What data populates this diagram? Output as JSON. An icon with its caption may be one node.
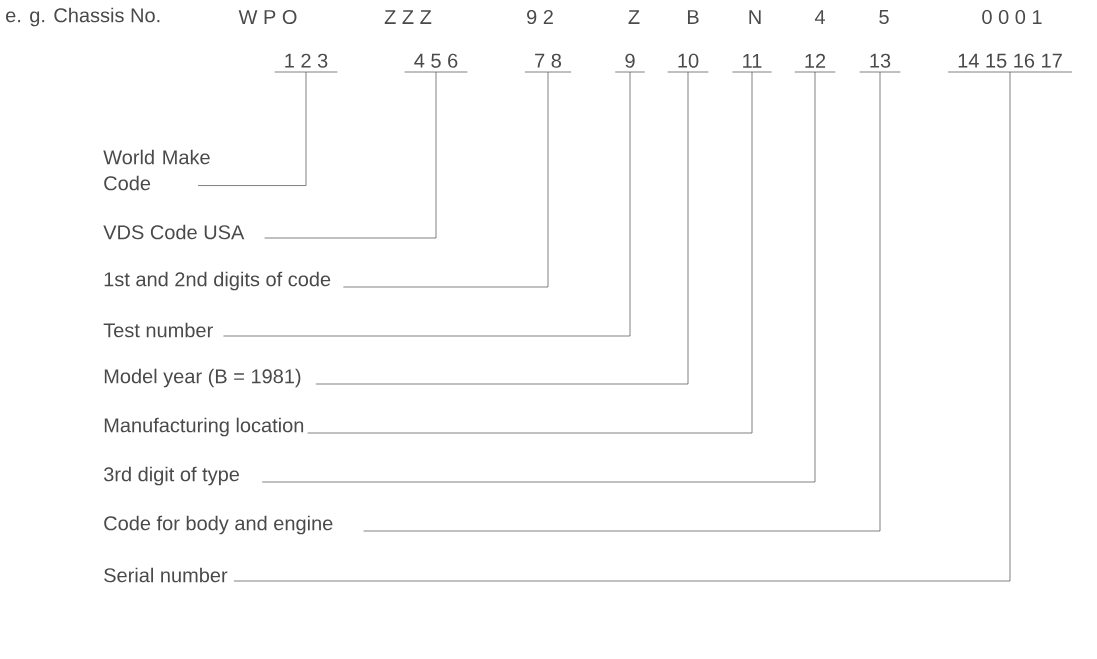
{
  "diagram": {
    "nodes": [
      {
        "text": [
          "1 2 3"
        ]
      },
      {
        "text": [
          "4 5 6"
        ]
      },
      {
        "text": [
          "7 8"
        ]
      },
      {
        "text": [
          "9"
        ]
      },
      {
        "text": [
          "10"
        ]
      },
      {
        "text": [
          "11"
        ]
      },
      {
        "text": [
          "12"
        ]
      },
      {
        "text": [
          "13"
        ]
      },
      {
        "text": [
          "14 15 16 17"
        ]
      },
      {
        "text": [
          "World Make Code"
        ]
      },
      {
        "text": [
          "VDS Code USA"
        ]
      },
      {
        "text": [
          "1st and 2nd digits of code"
        ]
      },
      {
        "text": [
          "Test number"
        ]
      },
      {
        "text": [
          "Model year (B = 1981)"
        ]
      },
      {
        "text": [
          "Manufacturing location"
        ]
      },
      {
        "text": [
          "3rd digit of type"
        ]
      },
      {
        "text": [
          "Code for body and engine"
        ]
      },
      {
        "text": [
          "Serial number"
        ]
      }
    ],
    "edges": [
      {
        "from": 9,
        "to": 0,
        "arrow": "none"
      },
      {
        "from": 10,
        "to": 1,
        "arrow": "none"
      },
      {
        "from": 11,
        "to": 2,
        "arrow": "none"
      },
      {
        "from": 12,
        "to": 3,
        "arrow": "none"
      },
      {
        "from": 13,
        "to": 4,
        "arrow": "none"
      },
      {
        "from": 14,
        "to": 5,
        "arrow": "none"
      },
      {
        "from": 15,
        "to": 6,
        "arrow": "none"
      },
      {
        "from": 16,
        "to": 7,
        "arrow": "none"
      },
      {
        "from": 17,
        "to": 8,
        "arrow": "none"
      }
    ],
    "labels": [
      "e. g. Chassis No.",
      "W P O",
      "Z Z Z",
      "9 2",
      "Z",
      "B",
      "N",
      "4",
      "5",
      "0 0 0 1"
    ]
  }
}
